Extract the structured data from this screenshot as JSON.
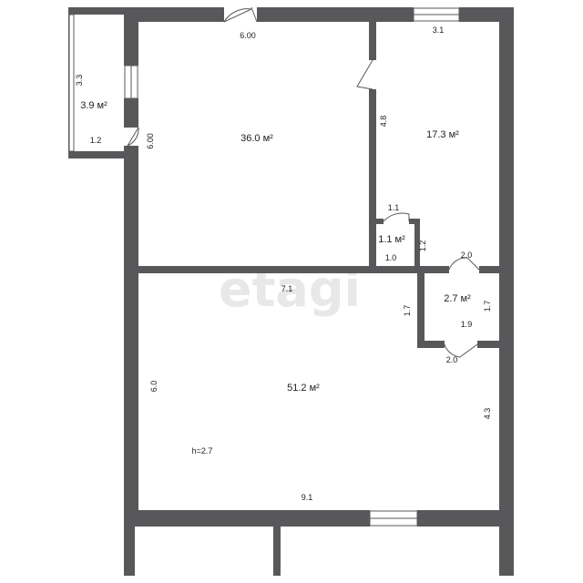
{
  "colors": {
    "wall": "#58585a",
    "background": "#ffffff",
    "watermark": "#e8e8e8"
  },
  "watermark": "etagi",
  "rooms": [
    {
      "id": "balcony",
      "area": "3.9 м²"
    },
    {
      "id": "room-main",
      "area": "36.0 м²"
    },
    {
      "id": "room-right",
      "area": "17.3 м²"
    },
    {
      "id": "closet",
      "area": "1.1 м²"
    },
    {
      "id": "bathroom",
      "area": "2.7 м²"
    },
    {
      "id": "hall",
      "area": "51.2 м²"
    }
  ],
  "dimensions": {
    "top_main": "6.00",
    "left_main": "6.00",
    "balcony_height": "3.3",
    "balcony_width": "1.2",
    "right_top": "3.1",
    "right_side": "4.8",
    "closet_top": "1.1",
    "closet_bottom": "1.0",
    "closet_side": "1.2",
    "bath_top": "2.0",
    "bath_side": "1.7",
    "bath_inner": "1.9",
    "bath_bottom": "2.0",
    "hall_top": "7.1",
    "hall_inner_side": "1.7",
    "hall_left": "6.0",
    "hall_right": "4.3",
    "hall_bottom": "9.1",
    "ceiling_height": "h=2.7"
  }
}
